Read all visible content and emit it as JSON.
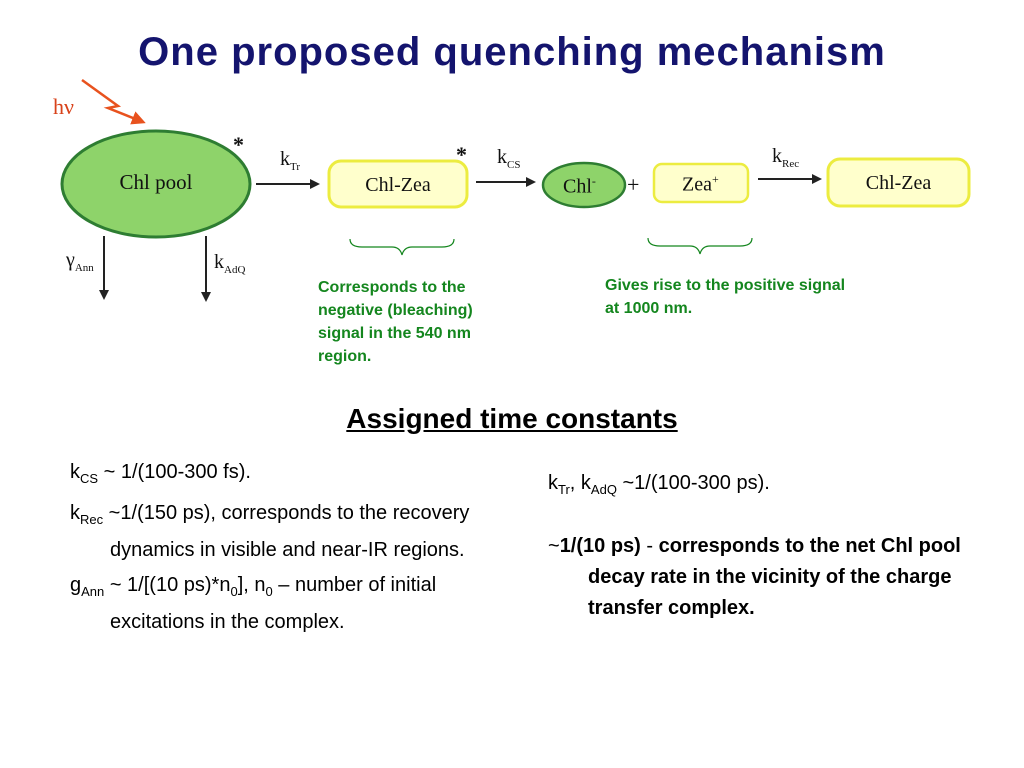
{
  "title": "One proposed quenching mechanism",
  "diagram": {
    "photon_label": "hν",
    "nodes": {
      "chl_pool": "Chl pool",
      "chl_zea_excited": "Chl-Zea",
      "chl_radical": "Chl",
      "chl_radical_charge": "-",
      "plus": "+",
      "zea_radical": "Zea",
      "zea_radical_charge": "+",
      "chl_zea_final": "Chl-Zea"
    },
    "excited_marks": [
      "*",
      "*"
    ],
    "rates": {
      "k_tr": {
        "base": "k",
        "sub": "Tr"
      },
      "k_cs": {
        "base": "k",
        "sub": "CS"
      },
      "k_rec": {
        "base": "k",
        "sub": "Rec"
      },
      "gamma_ann": {
        "base": "γ",
        "sub": "Ann"
      },
      "k_adq": {
        "base": "k",
        "sub": "AdQ"
      }
    },
    "notes": {
      "negative_signal": "Corresponds to the negative (bleaching) signal in the 540 nm region.",
      "positive_signal": "Gives rise to the positive signal at 1000 nm."
    },
    "colors": {
      "pool_fill": "#8ed36a",
      "pool_stroke": "#2e7d32",
      "box_fill": "#ffffcc",
      "box_stroke": "#ecec40",
      "photon_arrow": "#e8521e",
      "note_text": "#14861e",
      "title_text": "#14146e"
    }
  },
  "section_heading": "Assigned time constants",
  "left_column": {
    "kcs": {
      "base": "k",
      "sub": "CS",
      "text": " ~ 1/(100-300 fs)."
    },
    "krec": {
      "base": "k",
      "sub": "Rec",
      "text": " ~1/(150 ps), corresponds to the recovery dynamics in visible and near-IR regions."
    },
    "gann": {
      "base": "g",
      "sub": "Ann",
      "text1": " ~ 1/[(10 ps)*n",
      "sub2": "0",
      "text2": "], n",
      "sub3": "0",
      "text3": " – number of initial excitations in the complex."
    }
  },
  "right_column": {
    "ktr_adq": {
      "base1": "k",
      "sub1": "Tr",
      "sep": ", ",
      "base2": "k",
      "sub2": "AdQ",
      "text": " ~1/(100-300 ps)."
    },
    "net": {
      "tilde": "~",
      "value": "1/(10 ps)",
      "dash": " - ",
      "text": "corresponds to the net Chl pool decay rate in the vicinity of the charge transfer complex."
    }
  }
}
